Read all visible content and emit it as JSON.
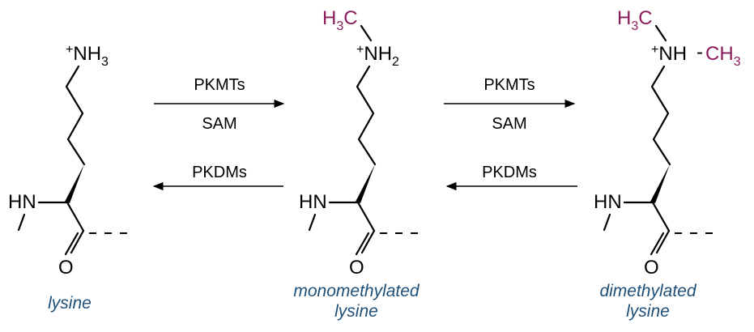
{
  "colors": {
    "methyl": "#8a1b5c",
    "caption": "#1e4f78",
    "ink": "#000000"
  },
  "atoms": {
    "plus": "+",
    "N": "N",
    "H": "H",
    "sub3": "3",
    "sub2": "2",
    "C": "C",
    "HN": "HN",
    "O": "O",
    "minus": "-"
  },
  "reactions": [
    {
      "forward_enzyme": "PKMTs",
      "forward_cofactor": "SAM",
      "reverse_enzyme": "PKDMs"
    },
    {
      "forward_enzyme": "PKMTs",
      "forward_cofactor": "SAM",
      "reverse_enzyme": "PKDMs"
    }
  ],
  "captions": {
    "lysine": "lysine",
    "mono_line1": "monomethylated",
    "mono_line2": "lysine",
    "di_line1": "dimethylated",
    "di_line2": "lysine"
  }
}
